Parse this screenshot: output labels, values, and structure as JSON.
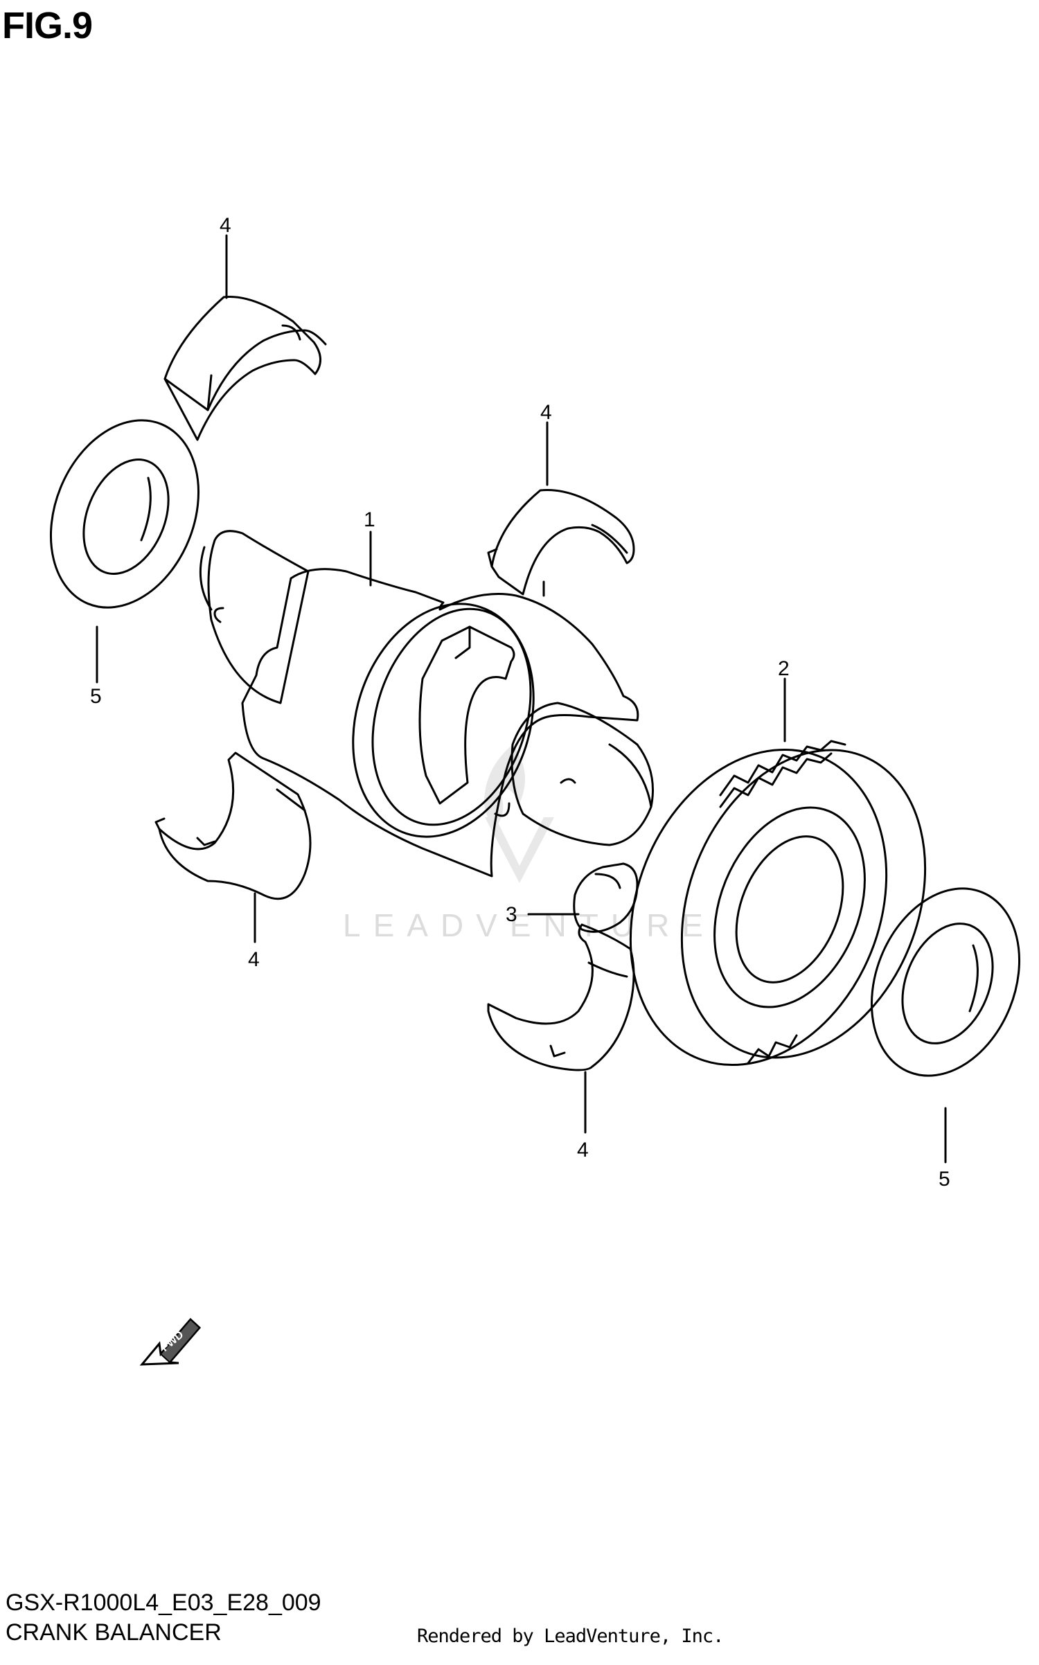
{
  "figure": {
    "title": "FIG.9"
  },
  "footer": {
    "model_code": "GSX-R1000L4_E03_E28_009",
    "section_name": "CRANK BALANCER",
    "credit": "Rendered by LeadVenture, Inc."
  },
  "watermark": {
    "text": "LEADVENTURE"
  },
  "fwd_arrow": {
    "text": "FWD"
  },
  "callouts": [
    {
      "id": "c1",
      "label": "1"
    },
    {
      "id": "c2",
      "label": "2"
    },
    {
      "id": "c3",
      "label": "3"
    },
    {
      "id": "c4a",
      "label": "4"
    },
    {
      "id": "c4b",
      "label": "4"
    },
    {
      "id": "c4c",
      "label": "4"
    },
    {
      "id": "c4d",
      "label": "4"
    },
    {
      "id": "c5a",
      "label": "5"
    },
    {
      "id": "c5b",
      "label": "5"
    }
  ]
}
